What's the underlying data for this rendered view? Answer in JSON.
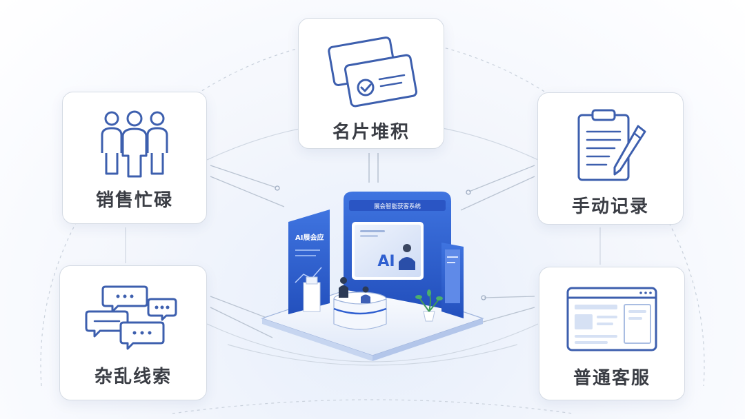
{
  "cards": {
    "business_cards": {
      "label": "名片堆积",
      "icon": "business-cards-icon"
    },
    "busy_sales": {
      "label": "销售忙碌",
      "icon": "people-group-icon"
    },
    "manual_record": {
      "label": "手动记录",
      "icon": "clipboard-pen-icon"
    },
    "messy_leads": {
      "label": "杂乱线索",
      "icon": "chat-bubbles-icon"
    },
    "regular_service": {
      "label": "普通客服",
      "icon": "browser-window-icon"
    }
  },
  "booth": {
    "side_panel_text": "AI展会应",
    "header_text": "展会智能获客系统",
    "screen_text": "AI"
  },
  "colors": {
    "brand_blue": "#2f5fd0",
    "icon_stroke": "#3d5fae",
    "label_text": "#3a3d44",
    "connector": "#b8c2d0"
  }
}
